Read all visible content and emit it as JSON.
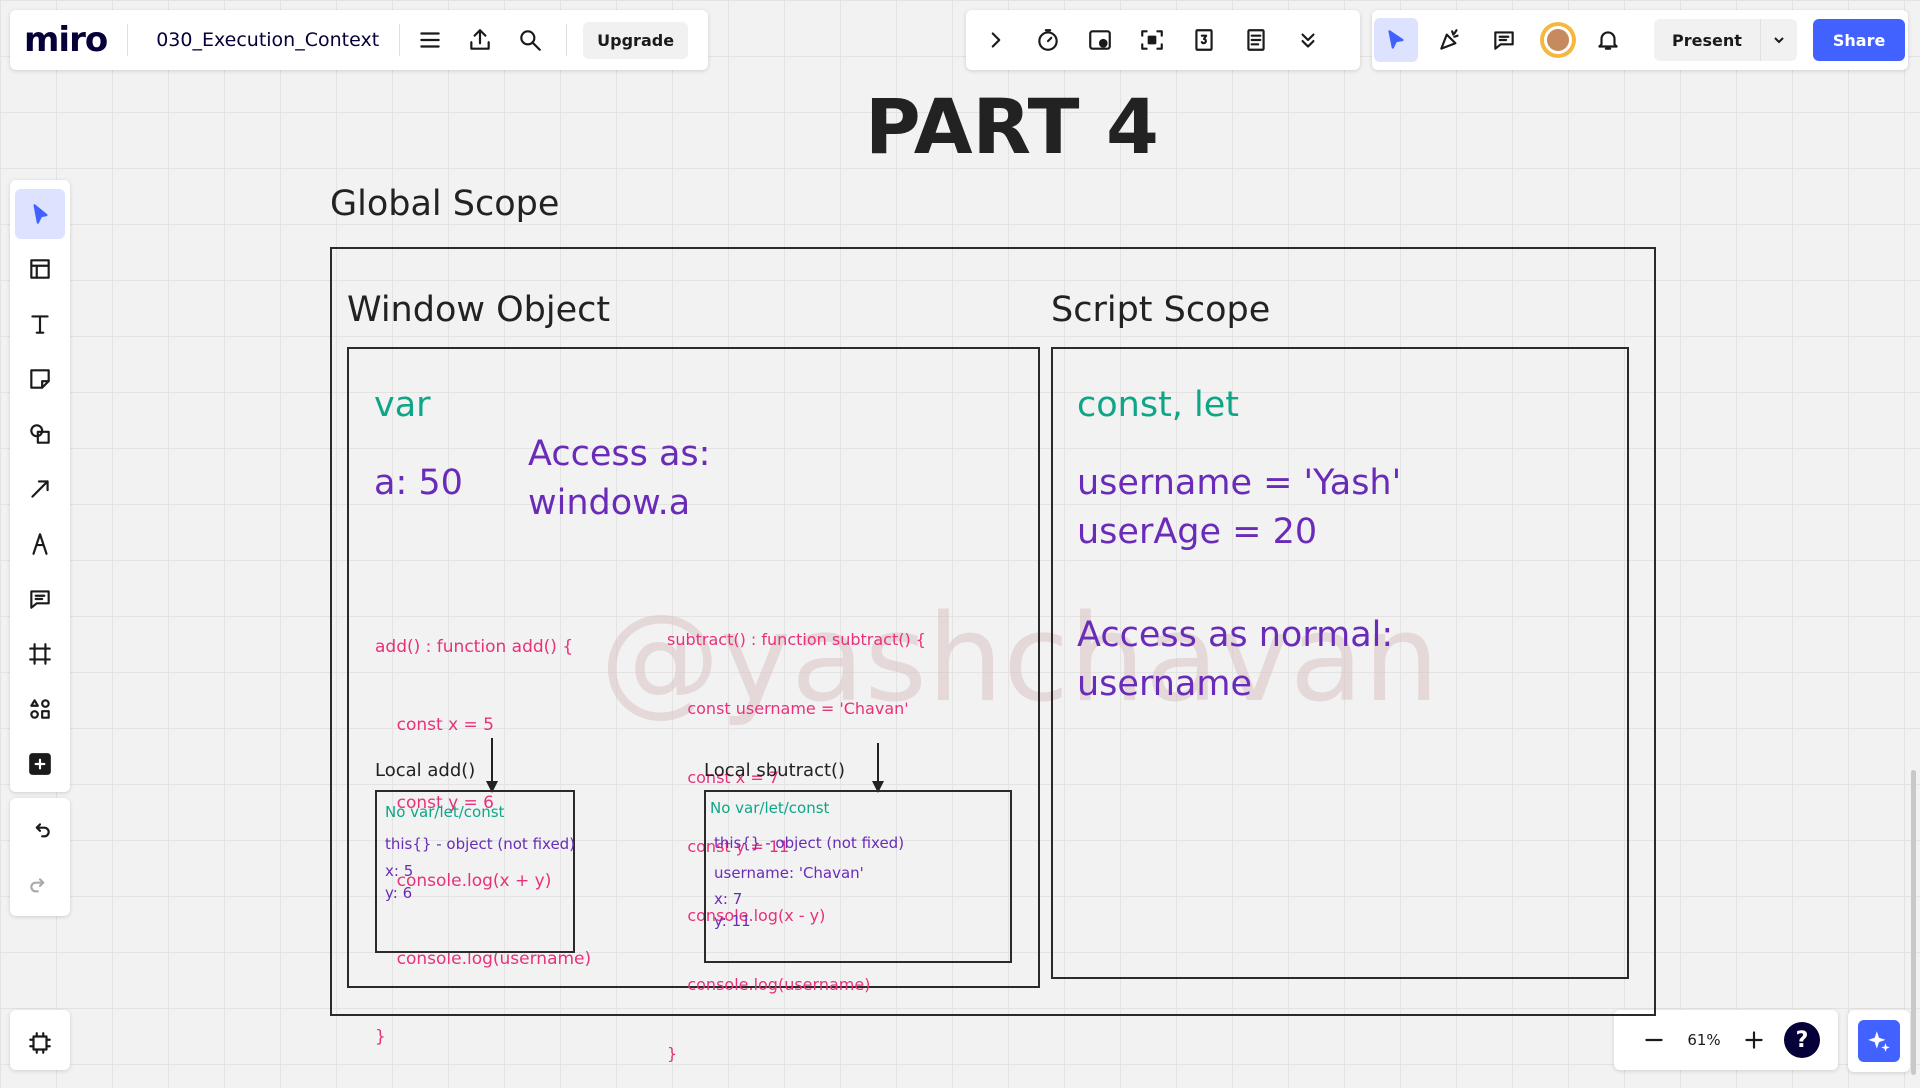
{
  "app": {
    "logo": "miro",
    "board_title": "030_Execution_Context",
    "upgrade_label": "Upgrade",
    "present_label": "Present",
    "share_label": "Share",
    "zoom_level": "61%",
    "help_label": "?",
    "accent_color": "#4262ff"
  },
  "toolbar_top_center": {
    "icons": [
      "chevron-right-icon",
      "timer-icon",
      "video-chat-icon",
      "focus-icon",
      "counter-icon",
      "notes-icon",
      "more-chevron-icon"
    ]
  },
  "toolbar_top_right": {
    "icons": [
      "cursor-select-icon",
      "celebrate-icon",
      "comments-icon",
      "avatar",
      "bell-icon"
    ]
  },
  "left_toolbar": {
    "tools": [
      "select-icon",
      "templates-icon",
      "text-icon",
      "sticky-note-icon",
      "shapes-icon",
      "arrow-icon",
      "pen-icon",
      "comment-icon",
      "frame-icon",
      "apps-icon",
      "add-icon"
    ],
    "history": [
      "undo-icon",
      "redo-icon"
    ],
    "bottom": "frames-panel-icon"
  },
  "canvas": {
    "part_title": "PART 4",
    "global_scope_label": "Global Scope",
    "window_object_label": "Window Object",
    "script_scope_label": "Script Scope",
    "var_label": "var",
    "a_value": "a: 50",
    "access_as_1": "Access as:",
    "access_as_2": "window.a",
    "add_code": [
      "add() : function add() {",
      "    const x = 5",
      "    const y = 6",
      "    console.log(x + y)",
      "    console.log(username)",
      "}"
    ],
    "subtract_code": [
      "subtract() : function subtract() {",
      "    const username = 'Chavan'",
      "    const x = 7",
      "    const y = 11",
      "    console.log(x - y)",
      "    console.log(username)",
      "}"
    ],
    "local_add_label": "Local add()",
    "local_subtract_label": "Local sbutract()",
    "local_add": {
      "novar": "No var/let/const",
      "this": "this{} - object (not fixed)",
      "x": "x: 5",
      "y": "y: 6"
    },
    "local_subtract": {
      "novar": "No var/let/const",
      "this": "this{} - object (not fixed)",
      "username": "username: 'Chavan'",
      "x": "x: 7",
      "y": "y: 11"
    },
    "const_let_label": "const, let",
    "username_value": "username = 'Yash'",
    "userage_value": "userAge = 20",
    "access_normal_1": "Access as normal:",
    "access_normal_2": "username",
    "watermark": "@yashchavan"
  },
  "colors": {
    "green": "#0ea686",
    "purple": "#6a2bb8",
    "pink": "#e8317a"
  }
}
